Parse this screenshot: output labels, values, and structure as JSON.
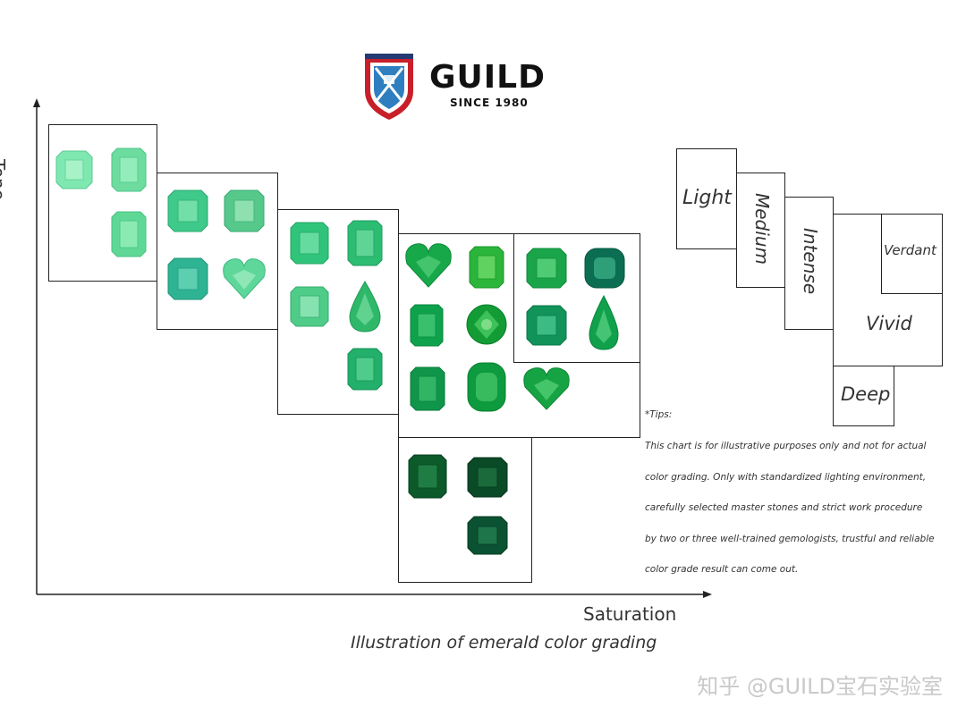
{
  "brand": {
    "name": "GUILD",
    "tagline": "SINCE 1980"
  },
  "axes": {
    "y_label": "Tone",
    "x_label": "Saturation"
  },
  "caption": "Illustration of emerald color grading",
  "tips": {
    "heading": "*Tips:",
    "lines": [
      "This chart is for illustrative purposes only and not for actual",
      "color grading. Only with standardized lighting environment,",
      "carefully selected master stones and strict work procedure",
      "by two or three well-trained gemologists, trustful and reliable",
      "color grade result can come out."
    ]
  },
  "grades": [
    "Light",
    "Medium",
    "Intense",
    "Vivid",
    "Deep",
    "Verdant"
  ],
  "watermark": "知乎 @GUILD宝石实验室",
  "colors": {
    "axis": "#222222",
    "text": "#333333"
  }
}
